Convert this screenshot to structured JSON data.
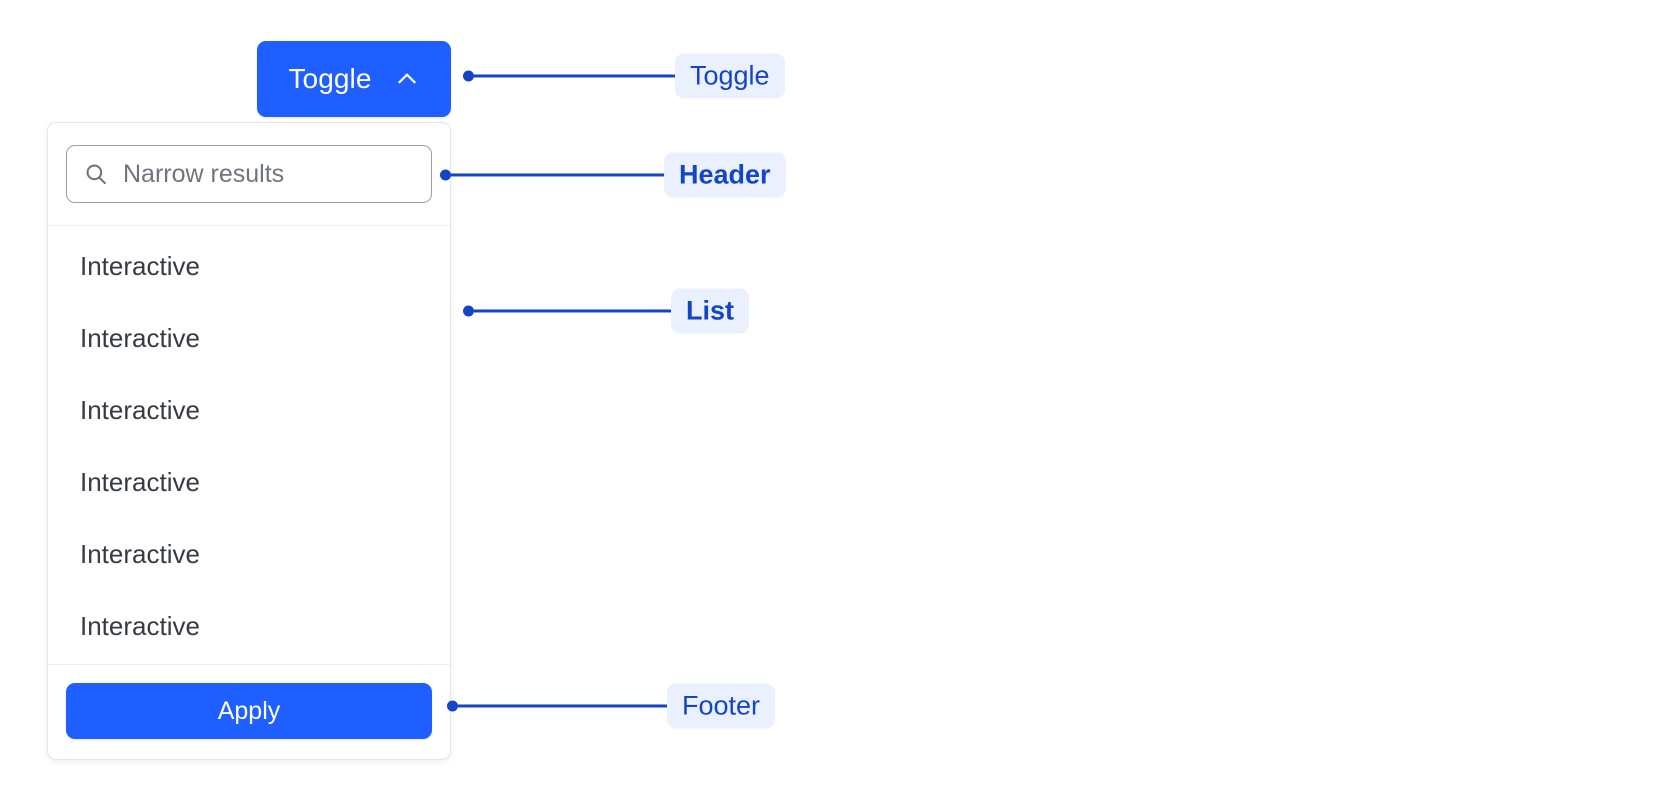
{
  "toggle": {
    "label": "Toggle",
    "icon": "chevron-up-icon",
    "expanded": true,
    "background_color": "#1f5eff",
    "text_color": "#ffffff"
  },
  "panel": {
    "header": {
      "search": {
        "icon": "search-icon",
        "placeholder": "Narrow results",
        "value": ""
      }
    },
    "list": {
      "items": [
        {
          "label": "Interactive"
        },
        {
          "label": "Interactive"
        },
        {
          "label": "Interactive"
        },
        {
          "label": "Interactive"
        },
        {
          "label": "Interactive"
        },
        {
          "label": "Interactive"
        }
      ]
    },
    "footer": {
      "apply_label": "Apply",
      "apply_background_color": "#1f5eff",
      "apply_text_color": "#ffffff"
    }
  },
  "annotations": {
    "accent_color": "#1345c4",
    "chip_background_color": "#eaf0fd",
    "items": [
      {
        "label": "Toggle",
        "bold": false
      },
      {
        "label": "Header",
        "bold": true
      },
      {
        "label": "List",
        "bold": true
      },
      {
        "label": "Footer",
        "bold": false
      }
    ]
  }
}
